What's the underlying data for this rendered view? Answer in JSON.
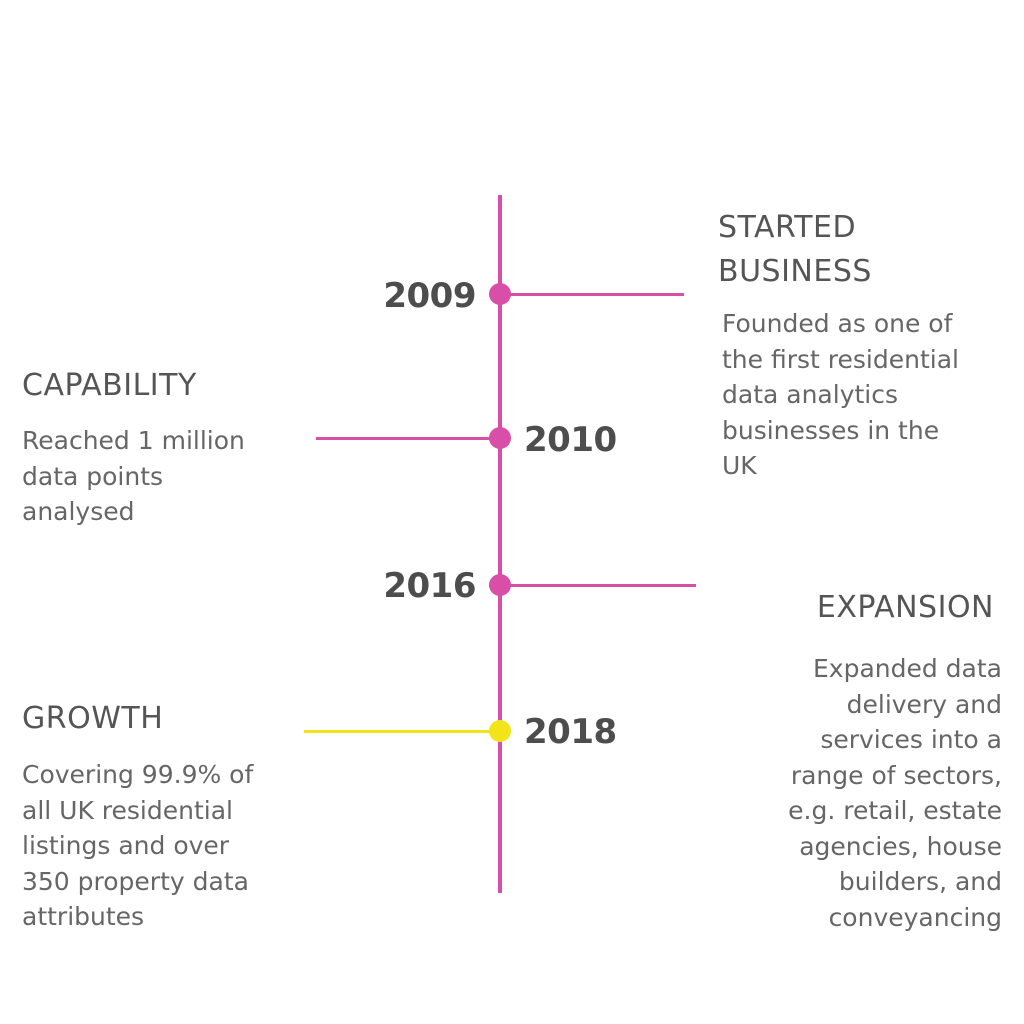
{
  "colors": {
    "pink": "#d94fa8",
    "yellow": "#f2e418"
  },
  "events": [
    {
      "year": "2009",
      "title": "STARTED\nBUSINESS",
      "description": "Founded as one of\nthe first residential\ndata analytics\nbusinesses in the\nUK",
      "marker_color": "#d94fa8"
    },
    {
      "year": "2010",
      "title": "CAPABILITY",
      "description": "Reached 1 million\ndata points\nanalysed",
      "marker_color": "#d94fa8"
    },
    {
      "year": "2016",
      "title": "EXPANSION",
      "description": "Expanded data\ndelivery and\nservices into a\nrange of sectors,\ne.g. retail, estate\nagencies, house\nbuilders, and\nconveyancing",
      "marker_color": "#d94fa8"
    },
    {
      "year": "2018",
      "title": "GROWTH",
      "description": "Covering 99.9% of\nall UK residential\nlistings and over\n350 property data\nattributes",
      "marker_color": "#f2e418"
    }
  ]
}
